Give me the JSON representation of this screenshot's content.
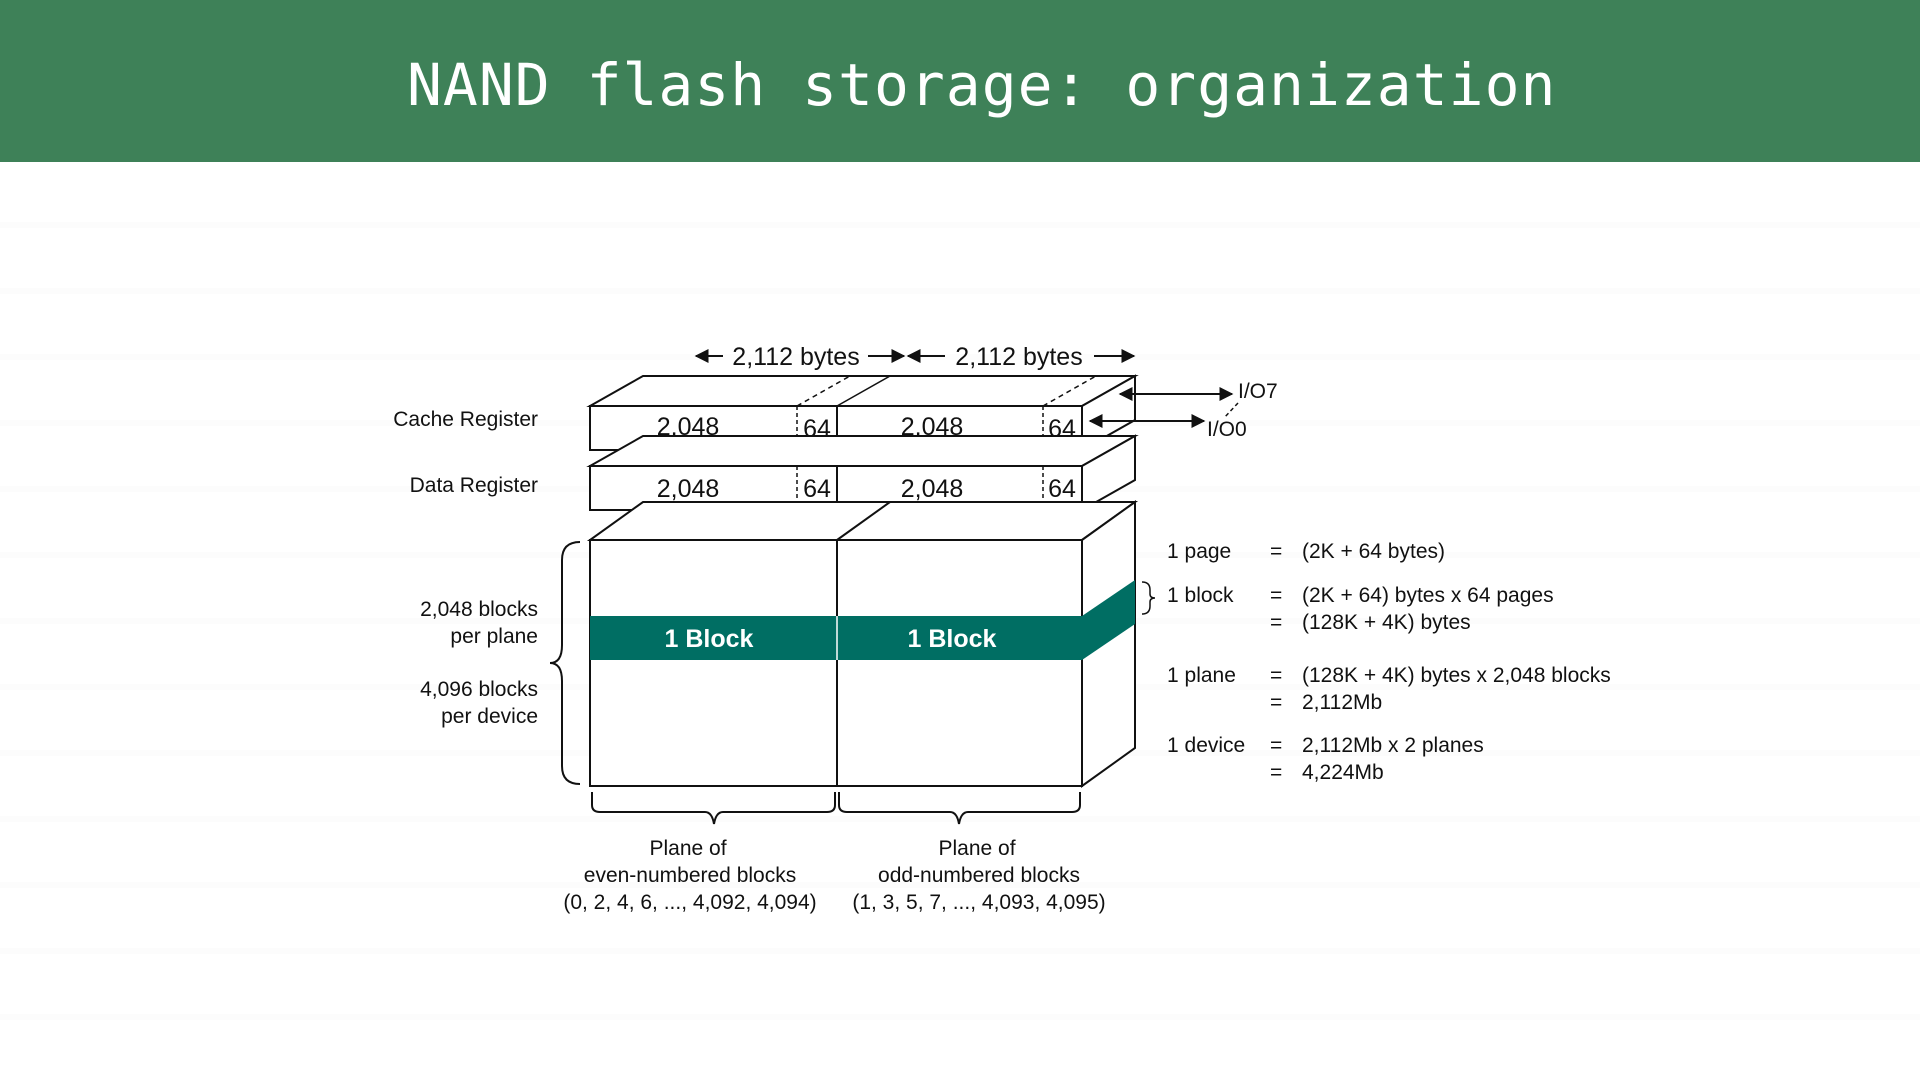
{
  "slide": {
    "title": "NAND flash storage: organization"
  },
  "diagram": {
    "width_labels": [
      "2,112 bytes",
      "2,112 bytes"
    ],
    "io_labels": [
      "I/O7",
      "I/O0"
    ],
    "cache_register": {
      "label": "Cache Register",
      "cells": [
        "2,048",
        "64",
        "2,048",
        "64"
      ]
    },
    "data_register": {
      "label": "Data Register",
      "cells": [
        "2,048",
        "64",
        "2,048",
        "64"
      ]
    },
    "blocks_per_plane": [
      "2,048 blocks",
      "per plane"
    ],
    "blocks_per_device": [
      "4,096 blocks",
      "per device"
    ],
    "block_labels": [
      "1 Block",
      "1 Block"
    ],
    "block_color": "#006e63",
    "planes": [
      {
        "lines": [
          "Plane of",
          "even-numbered blocks",
          "(0, 2, 4, 6, ..., 4,092, 4,094)"
        ]
      },
      {
        "lines": [
          "Plane of",
          "odd-numbered blocks",
          "(1, 3, 5, 7, ..., 4,093, 4,095)"
        ]
      }
    ],
    "definitions": [
      {
        "term": "1 page",
        "lines": [
          "(2K + 64 bytes)"
        ]
      },
      {
        "term": "1 block",
        "lines": [
          "(2K + 64) bytes x 64 pages",
          "(128K + 4K) bytes"
        ]
      },
      {
        "term": "1 plane",
        "lines": [
          "(128K + 4K) bytes x 2,048 blocks",
          "2,112Mb"
        ]
      },
      {
        "term": "1 device",
        "lines": [
          "2,112Mb x 2 planes",
          "4,224Mb"
        ]
      }
    ],
    "equals": "="
  }
}
